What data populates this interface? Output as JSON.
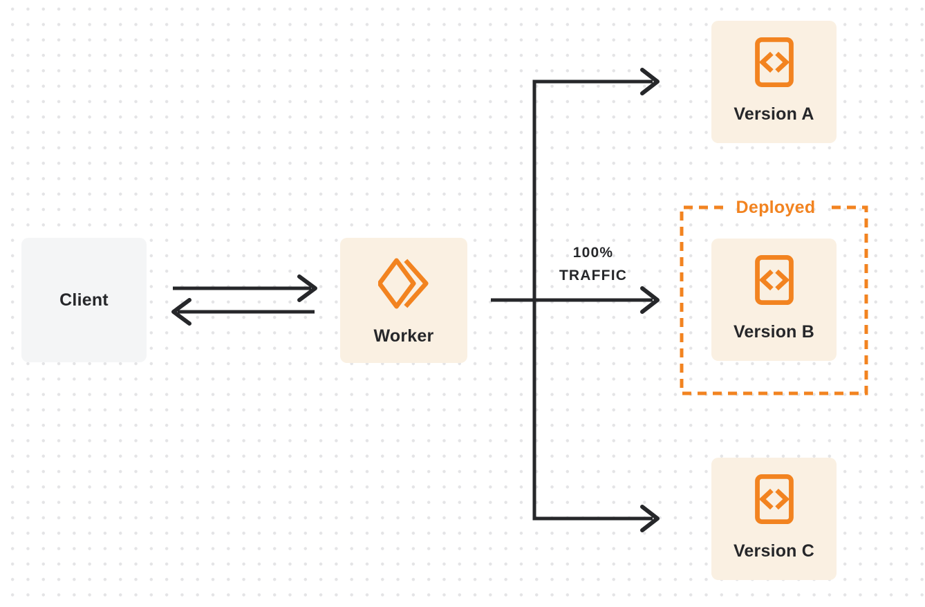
{
  "diagram": {
    "nodes": {
      "client": {
        "label": "Client"
      },
      "worker": {
        "label": "Worker"
      },
      "versions": [
        {
          "label": "Version A"
        },
        {
          "label": "Version B"
        },
        {
          "label": "Version C"
        }
      ]
    },
    "edges": {
      "client_worker": "bidirectional-arrows",
      "worker_to_versions": "branch-arrows",
      "traffic_label_line1": "100%",
      "traffic_label_line2": "TRAFFIC"
    },
    "deployed_group": {
      "label": "Deployed",
      "contains": "Version B"
    },
    "icons": {
      "worker_icon": "cloudflare-workers-logo-icon",
      "version_icon": "code-file-icon"
    },
    "colors": {
      "accent_orange": "#F28320",
      "node_cream_bg": "#FAF0E2",
      "client_gray_bg": "#F4F5F6",
      "ink": "#26272A",
      "dot_grid": "#E4E4E6"
    }
  }
}
